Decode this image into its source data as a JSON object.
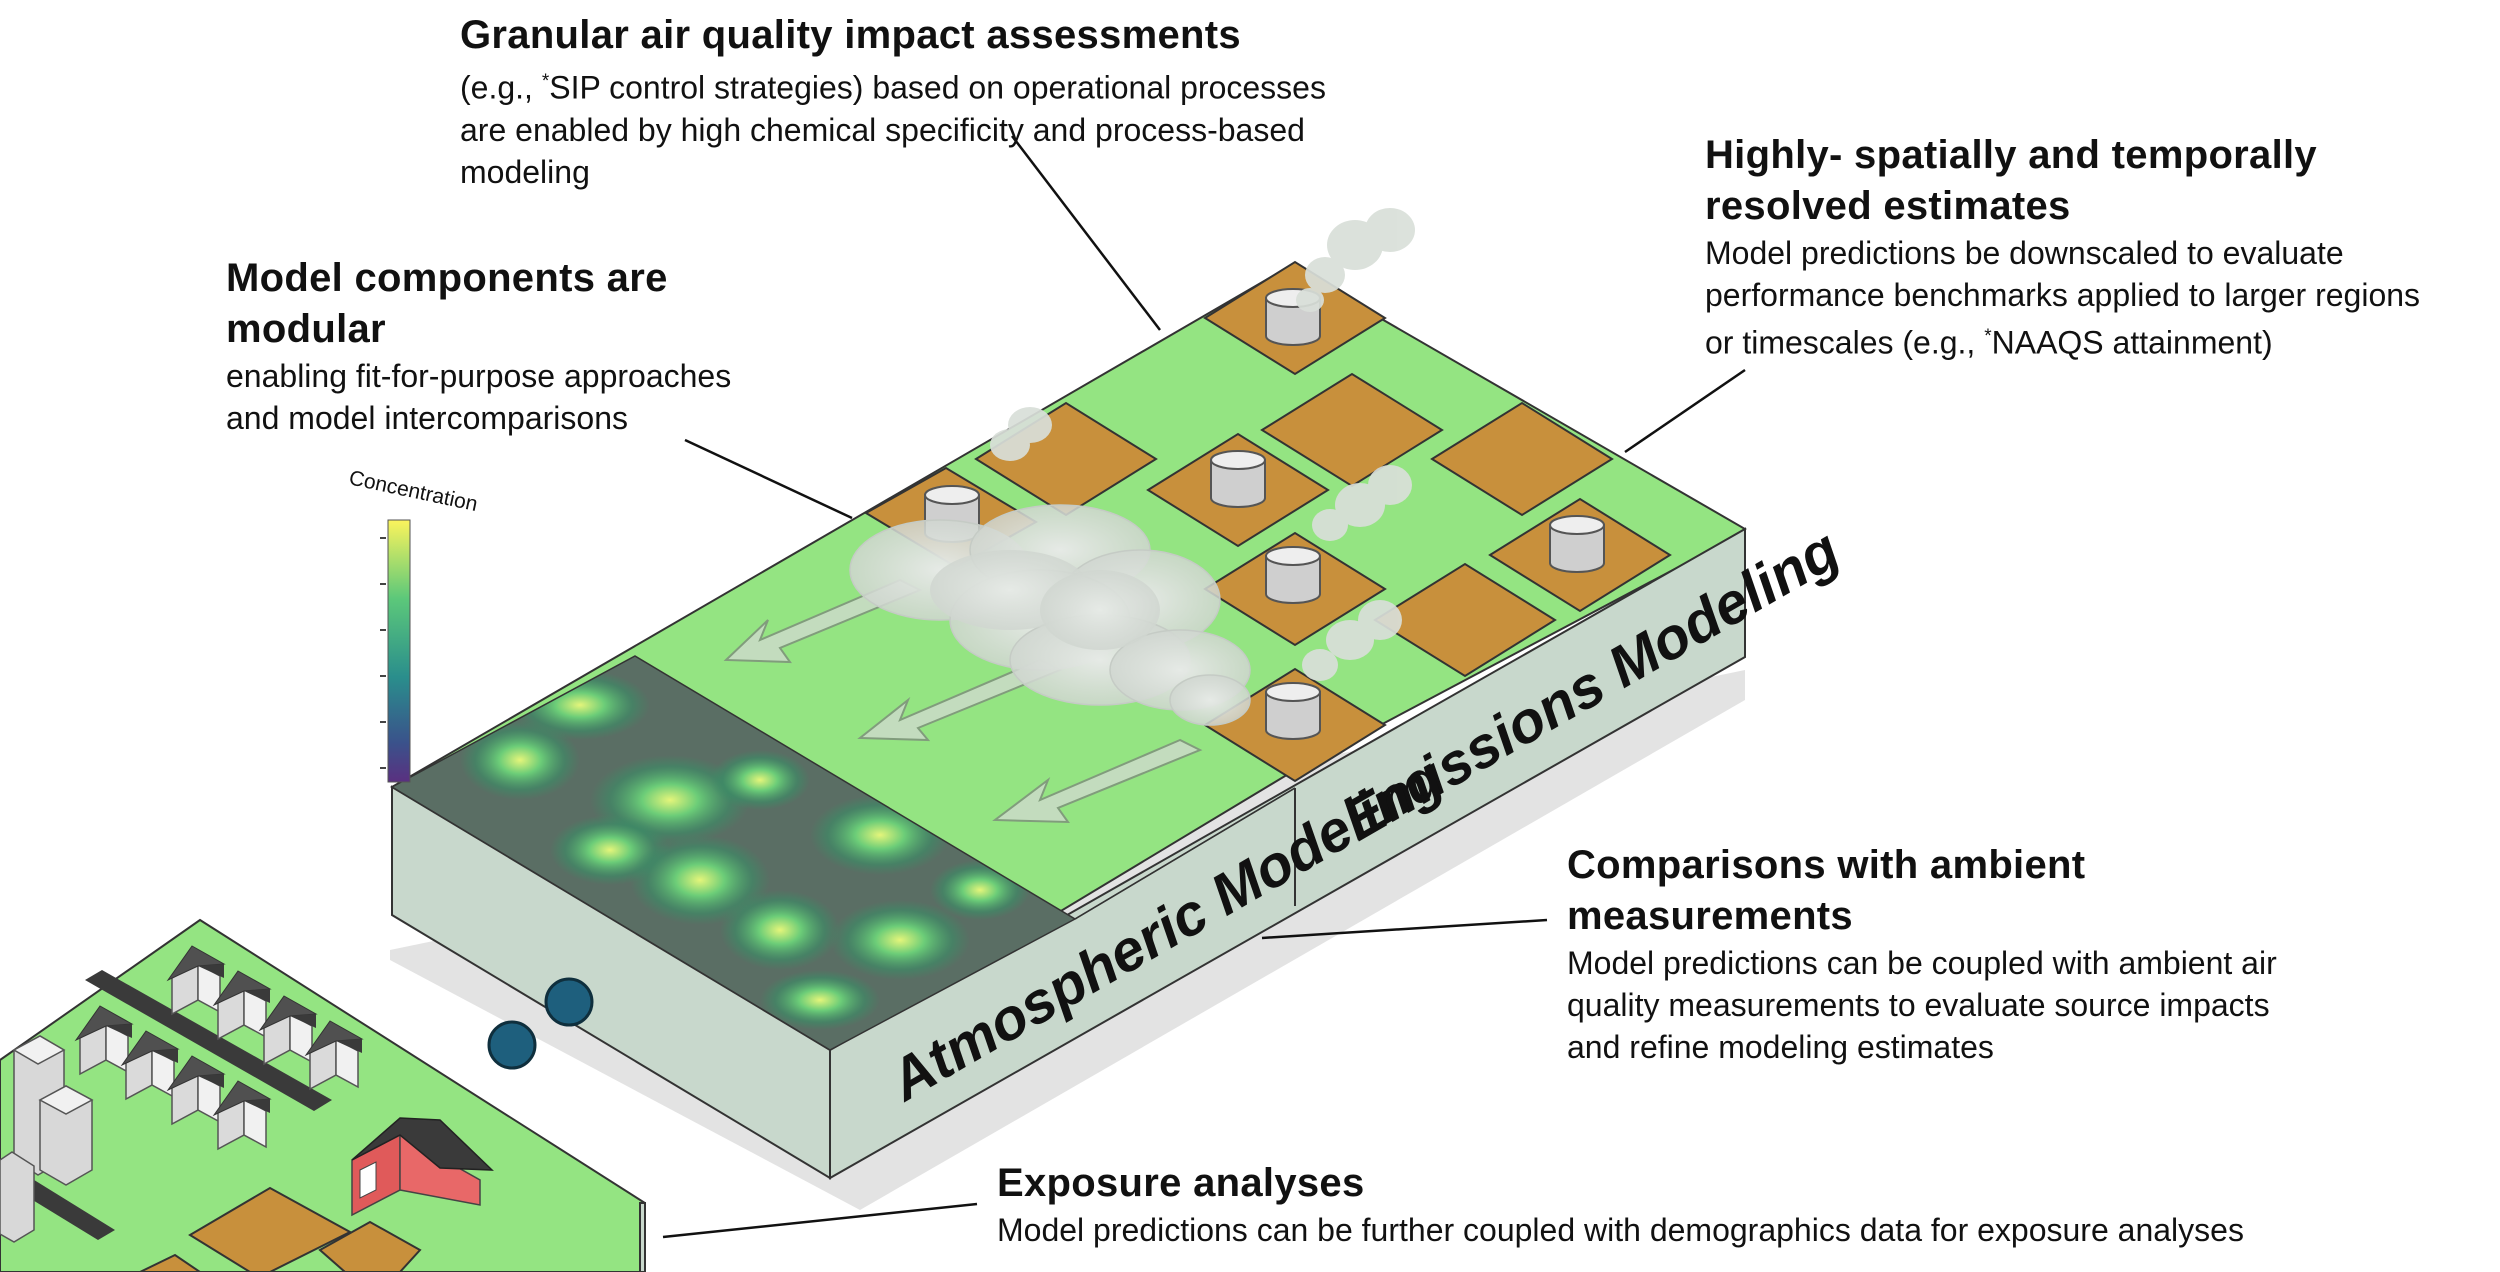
{
  "callouts": {
    "granular": {
      "title": "Granular air quality impact assessments",
      "line1_pre": "(e.g., ",
      "line1_mark": "*",
      "line1_post": "SIP control strategies) based on operational processes",
      "line2": "are enabled by high chemical specificity and process-based",
      "line3": "modeling"
    },
    "modular": {
      "title_line1": "Model components are",
      "title_line2": "modular",
      "line1": "enabling fit-for-purpose approaches",
      "line2": "and model intercomparisons"
    },
    "highly": {
      "title_line1": "Highly- spatially and temporally",
      "title_line2": "resolved estimates",
      "line1": "Model predictions be downscaled to evaluate",
      "line2": "performance benchmarks applied to larger regions",
      "line3_pre": "or timescales (e.g., ",
      "line3_mark": "*",
      "line3_post": "NAAQS attainment)"
    },
    "comparisons": {
      "title_line1": "Comparisons with ambient",
      "title_line2": "measurements",
      "line1": "Model predictions can be coupled with ambient air",
      "line2": "quality measurements to evaluate source impacts",
      "line3": "and refine modeling estimates"
    },
    "exposure": {
      "title": "Exposure analyses",
      "line1": "Model predictions can  be further coupled with demographics data for exposure analyses"
    }
  },
  "slab_labels": {
    "emissions": "Emissions Modeling",
    "atmospheric": "Atmospheric Modeling"
  },
  "colorbar": {
    "label": "Concentration",
    "colors": [
      "#fbf45c",
      "#5cc87a",
      "#2a8e8c",
      "#3a528b",
      "#5a3080"
    ]
  },
  "colors": {
    "ground": "#94e482",
    "slab_side": "#c8d8cc",
    "parcel": "#c8903c",
    "plume": "#d9dfd9",
    "monitor": "#1e5f7d",
    "barn": "#e05a5a",
    "roof": "#3a3a3a"
  }
}
